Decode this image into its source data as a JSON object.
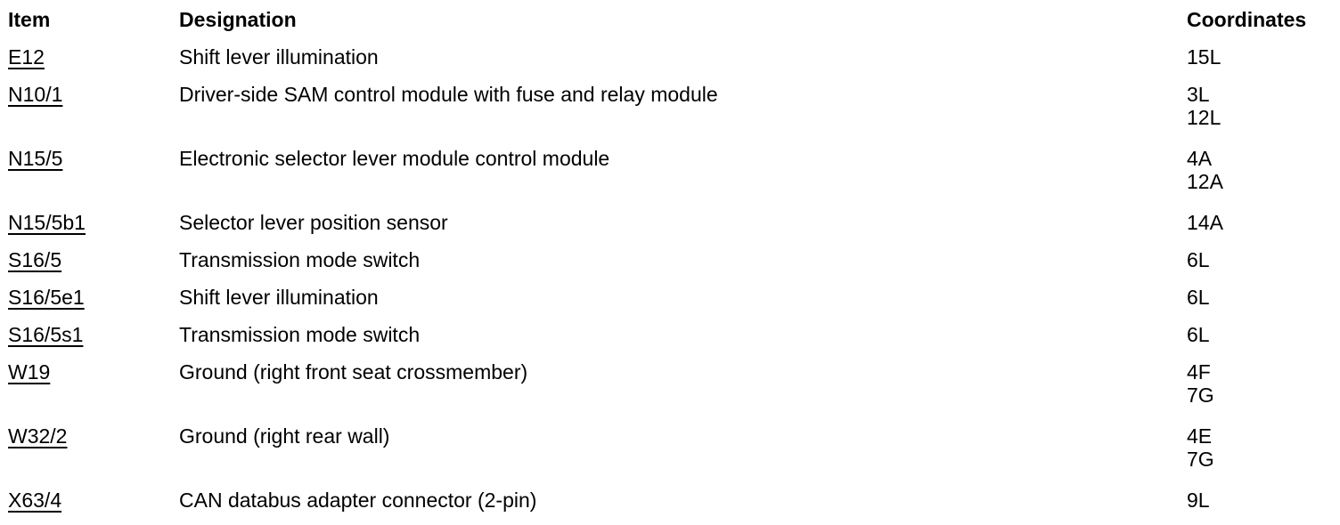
{
  "table": {
    "headers": {
      "item": "Item",
      "designation": "Designation",
      "coordinates": "Coordinates"
    },
    "rows": [
      {
        "item": "E12",
        "designation": "Shift lever illumination",
        "coordinates": "15L"
      },
      {
        "item": "N10/1",
        "designation": "Driver-side SAM control module with fuse and relay module",
        "coordinates": "3L\n12L"
      },
      {
        "item": "N15/5",
        "designation": "Electronic selector lever module control module",
        "coordinates": "4A\n12A"
      },
      {
        "item": "N15/5b1",
        "designation": "Selector lever position sensor",
        "coordinates": "14A"
      },
      {
        "item": "S16/5",
        "designation": "Transmission mode switch",
        "coordinates": "6L"
      },
      {
        "item": "S16/5e1",
        "designation": "Shift lever illumination",
        "coordinates": "6L"
      },
      {
        "item": "S16/5s1",
        "designation": "Transmission mode switch",
        "coordinates": "6L"
      },
      {
        "item": "W19",
        "designation": "Ground (right front seat crossmember)",
        "coordinates": "4F\n7G"
      },
      {
        "item": "W32/2",
        "designation": "Ground (right rear wall)",
        "coordinates": "4E\n7G"
      },
      {
        "item": "X63/4",
        "designation": "CAN databus adapter connector (2-pin)",
        "coordinates": "9L"
      }
    ],
    "colors": {
      "text": "#000000",
      "background": "#ffffff"
    }
  }
}
